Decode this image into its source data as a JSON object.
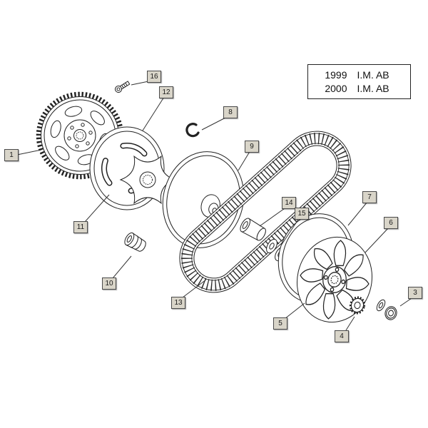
{
  "legend_box": {
    "rows": [
      {
        "year": "1999",
        "code": "I.M. AB"
      },
      {
        "year": "2000",
        "code": "I.M. AB"
      }
    ]
  },
  "callouts": [
    {
      "label": "1"
    },
    {
      "label": "3"
    },
    {
      "label": "4"
    },
    {
      "label": "5"
    },
    {
      "label": "6"
    },
    {
      "label": "7"
    },
    {
      "label": "8"
    },
    {
      "label": "9"
    },
    {
      "label": "10"
    },
    {
      "label": "11"
    },
    {
      "label": "12"
    },
    {
      "label": "13"
    },
    {
      "label": "14"
    },
    {
      "label": "15"
    },
    {
      "label": "16"
    }
  ],
  "colors": {
    "callout_background": "#d9d5c9",
    "line_color": "#222222",
    "background": "#ffffff"
  }
}
